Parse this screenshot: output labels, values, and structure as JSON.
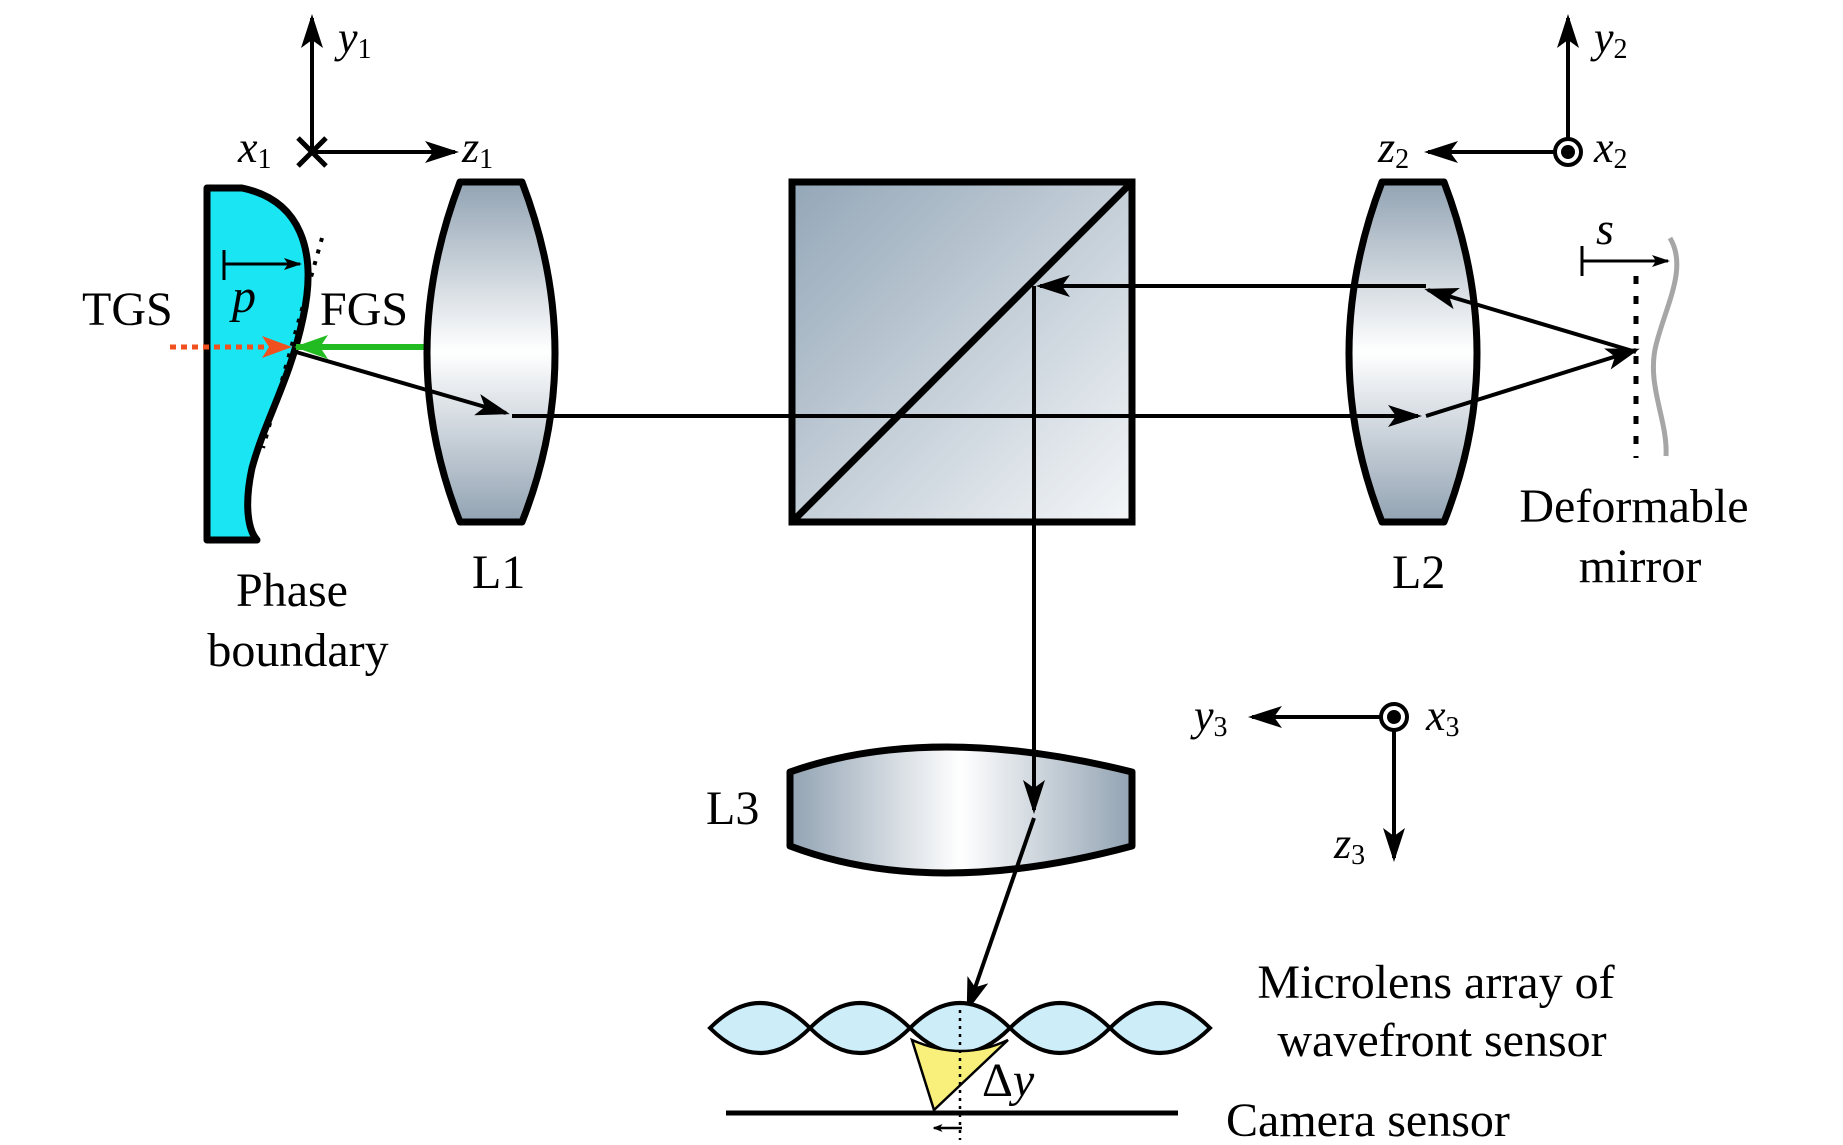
{
  "colors": {
    "phase_fill": "#19e6f2",
    "lens_edge": "#92a3b3",
    "lens_center": "#ffffff",
    "beam_splitter_dark": "#94a7b8",
    "tgs_arrow": "#f0501e",
    "fgs_arrow": "#22bb22",
    "deformable_mirror": "#a6a6a6",
    "microlens_fill": "#cdeef8",
    "spot_cone_fill": "#f8f07a"
  },
  "icons": {
    "x1_marker": "cross-into-page",
    "x2_marker": "dot-out-of-page",
    "x3_marker": "dot-out-of-page"
  },
  "coords": {
    "frame1": {
      "y": "y",
      "y_sub": "1",
      "x": "x",
      "x_sub": "1",
      "z": "z",
      "z_sub": "1"
    },
    "frame2": {
      "y": "y",
      "y_sub": "2",
      "x": "x",
      "x_sub": "2",
      "z": "z",
      "z_sub": "2"
    },
    "frame3": {
      "y": "y",
      "y_sub": "3",
      "x": "x",
      "x_sub": "3",
      "z": "z",
      "z_sub": "3"
    }
  },
  "labels": {
    "tgs": "TGS",
    "fgs": "FGS",
    "p": "p",
    "s": "s",
    "phase_boundary": [
      "Phase",
      "boundary"
    ],
    "l1": "L1",
    "l2": "L2",
    "l3": "L3",
    "deformable_mirror": [
      "Deformable",
      "mirror"
    ],
    "microlens_array": [
      "Microlens array of",
      "wavefront sensor"
    ],
    "delta": "Δ",
    "delta_var": "y",
    "camera_sensor": "Camera sensor"
  }
}
